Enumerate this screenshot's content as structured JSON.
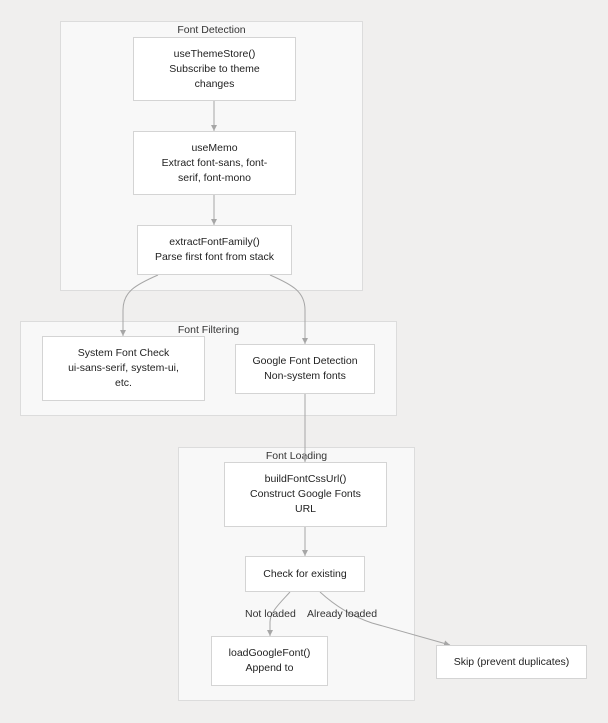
{
  "groups": {
    "detection": {
      "title": "Font Detection"
    },
    "filtering": {
      "title": "Font Filtering"
    },
    "loading": {
      "title": "Font Loading"
    }
  },
  "nodes": {
    "use_theme_store": {
      "lines": [
        "useThemeStore()",
        "Subscribe to theme",
        "changes"
      ]
    },
    "use_memo": {
      "lines": [
        "useMemo",
        "Extract font-sans, font-",
        "serif, font-mono"
      ]
    },
    "extract_font_family": {
      "lines": [
        "extractFontFamily()",
        "Parse first font from stack"
      ]
    },
    "system_font_check": {
      "lines": [
        "System Font Check",
        "ui-sans-serif, system-ui,",
        "etc."
      ]
    },
    "google_font_detection": {
      "lines": [
        "Google Font Detection",
        "Non-system fonts"
      ]
    },
    "build_font_css_url": {
      "lines": [
        "buildFontCssUrl()",
        "Construct Google Fonts",
        "URL"
      ]
    },
    "check_existing": {
      "lines": [
        "Check for existing"
      ]
    },
    "load_google_font": {
      "lines": [
        "loadGoogleFont()",
        "Append to"
      ]
    },
    "skip": {
      "lines": [
        "Skip (prevent duplicates)"
      ]
    }
  },
  "edge_labels": {
    "not_loaded": "Not loaded",
    "already_loaded": "Already loaded"
  },
  "colors": {
    "canvas": "#f0efee",
    "group_fill": "#f8f8f8",
    "group_border": "#dcdcdc",
    "node_fill": "#ffffff",
    "node_border": "#d4d4d4",
    "edge": "#a6a6a6",
    "text": "#222222"
  }
}
